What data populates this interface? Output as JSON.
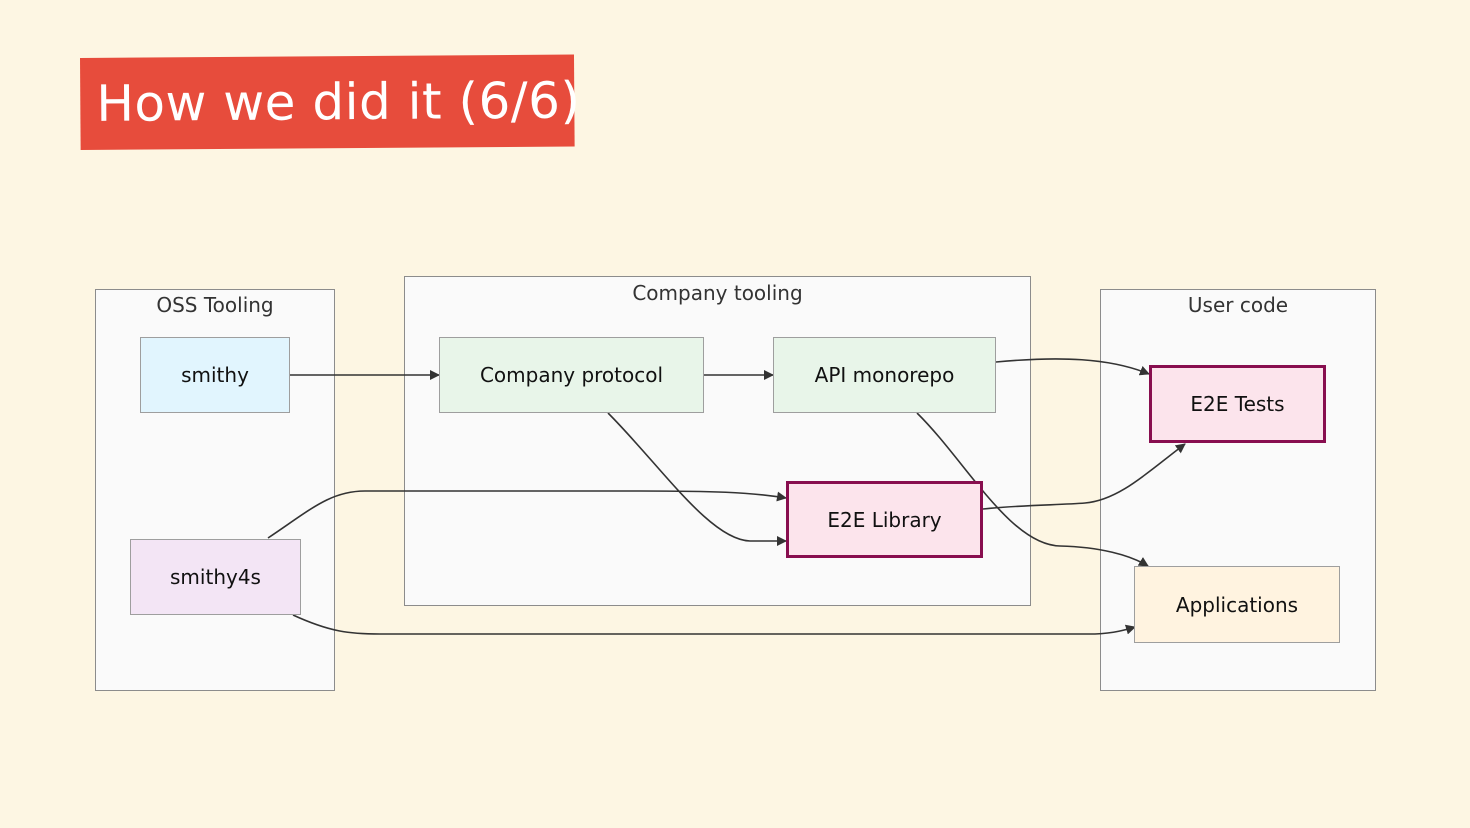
{
  "slide": {
    "title": "How we did it (6/6)"
  },
  "clusters": {
    "oss": "OSS Tooling",
    "company": "Company tooling",
    "user": "User code"
  },
  "nodes": {
    "smithy": "smithy",
    "smithy4s": "smithy4s",
    "company_protocol": "Company protocol",
    "api_monorepo": "API monorepo",
    "e2e_library": "E2E Library",
    "e2e_tests": "E2E Tests",
    "applications": "Applications"
  },
  "edges": [
    {
      "from": "smithy",
      "to": "company_protocol"
    },
    {
      "from": "company_protocol",
      "to": "api_monorepo"
    },
    {
      "from": "company_protocol",
      "to": "e2e_library"
    },
    {
      "from": "api_monorepo",
      "to": "e2e_tests"
    },
    {
      "from": "api_monorepo",
      "to": "applications"
    },
    {
      "from": "smithy4s",
      "to": "e2e_library"
    },
    {
      "from": "smithy4s",
      "to": "applications"
    },
    {
      "from": "e2e_library",
      "to": "e2e_tests"
    }
  ],
  "colors": {
    "background": "#fdf6e3",
    "title_banner": "#e74c3c",
    "smithy_fill": "#e1f5fe",
    "smithy4s_fill": "#f3e5f5",
    "company_fill": "#e8f5e9",
    "e2e_fill": "#fce4ec",
    "e2e_border": "#880e4f",
    "applications_fill": "#fff3e0"
  }
}
